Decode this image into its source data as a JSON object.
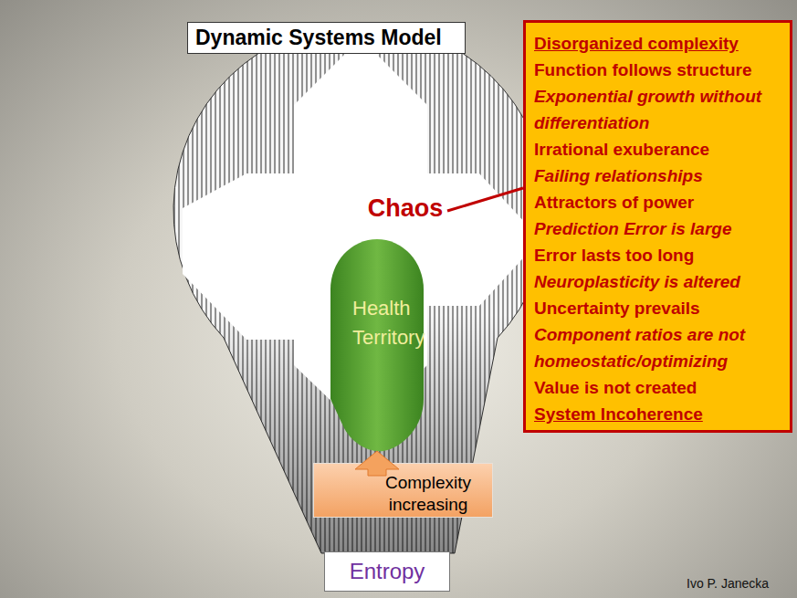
{
  "diagram": {
    "title": "Dynamic Systems Model",
    "nodes": [
      {
        "text": [
          "Chaos"
        ]
      },
      {
        "text": [
          "Health Territory"
        ]
      },
      {
        "text": [
          "Complexity increasing"
        ]
      },
      {
        "text": [
          "Entropy"
        ]
      },
      {
        "text": [
          "Disorganized complexity",
          "Function follows structure",
          "Exponential growth without differentiation",
          "Irrational exuberance",
          "Failing relationships",
          "Attractors of power",
          "Prediction Error is large",
          "Error lasts too long",
          "Neuroplasticity is altered",
          "Uncertainty prevails",
          "Component ratios are not homeostatic/optimizing",
          "Value is not created",
          "System Incoherence"
        ]
      }
    ],
    "edges": [
      {
        "from": 0,
        "to": 4,
        "arrow": "none"
      },
      {
        "from": 2,
        "to": 1,
        "arrow": "to"
      }
    ],
    "labels": [
      "Ivo P. Janecka"
    ]
  }
}
